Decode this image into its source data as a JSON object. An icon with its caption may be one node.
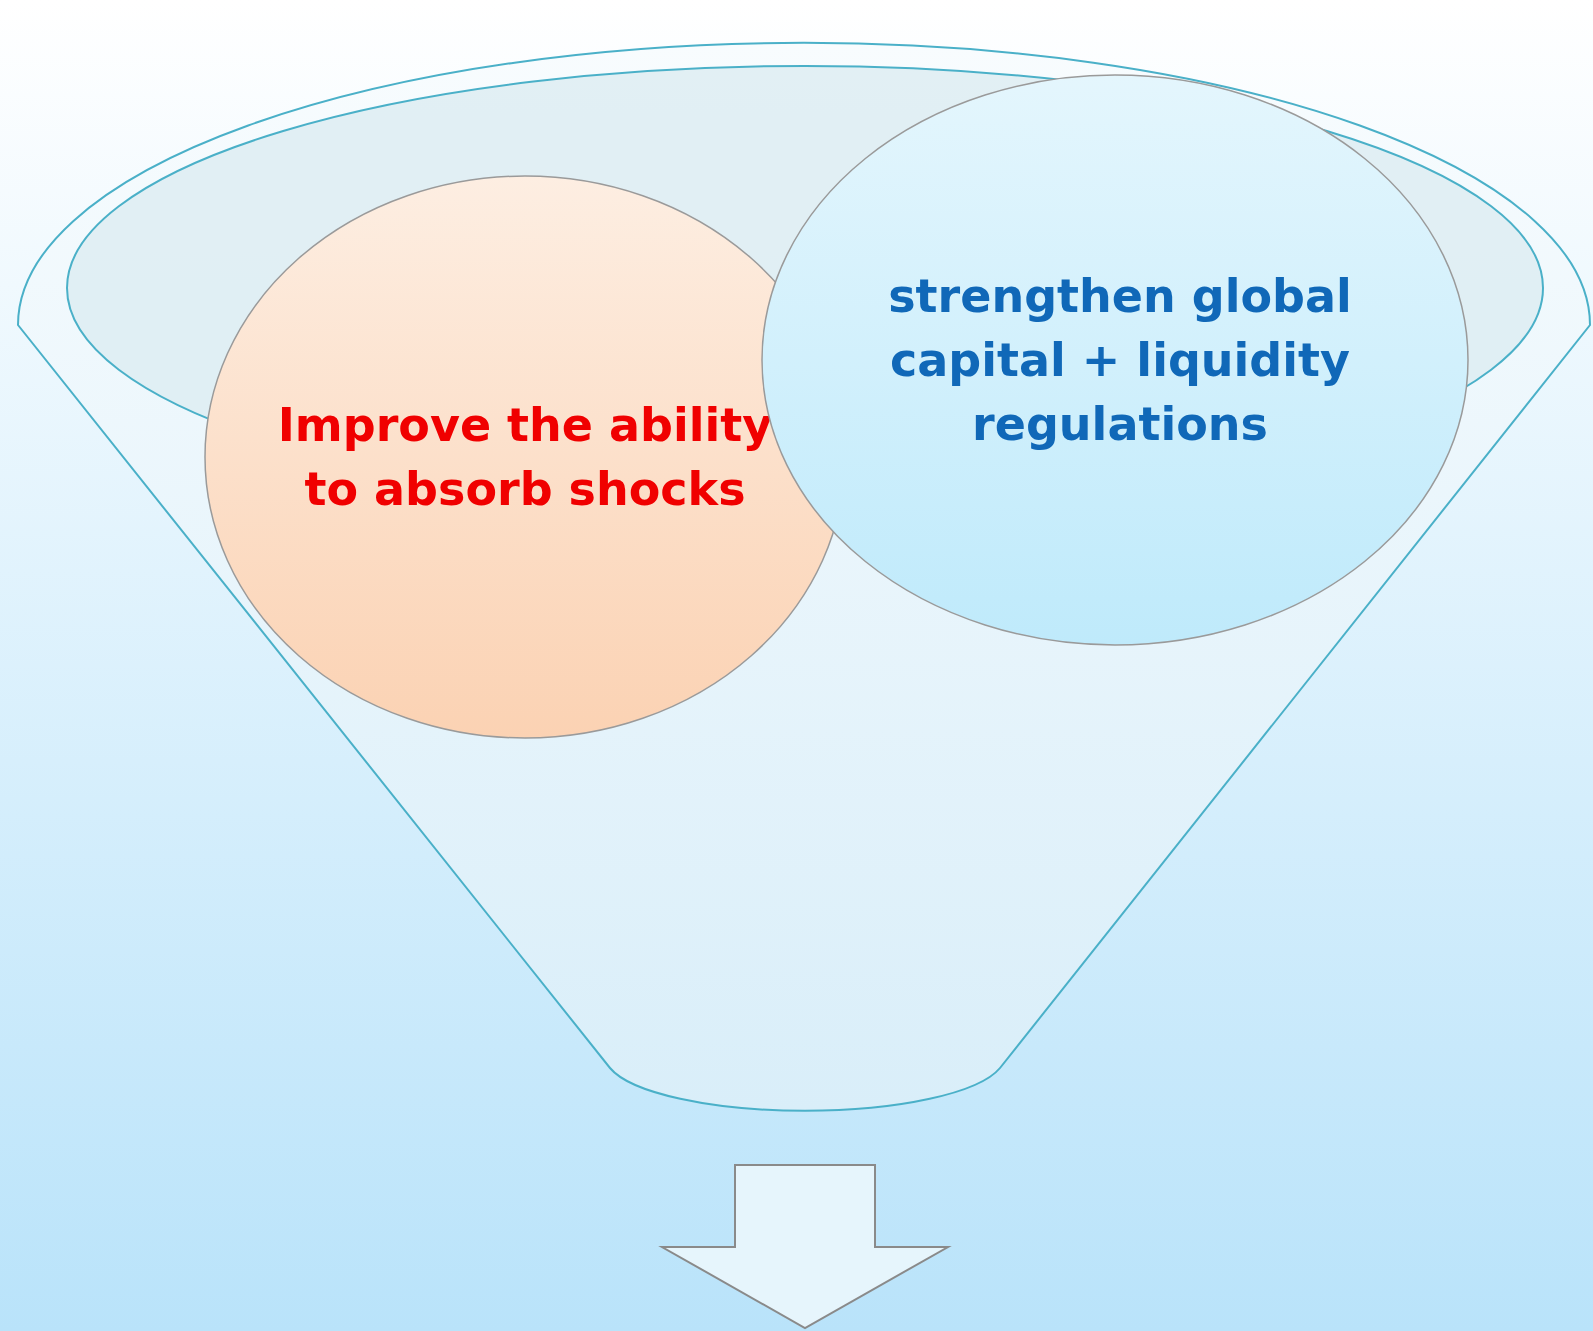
{
  "diagram": {
    "nodes": [
      {
        "text": [],
        "shape": "funnel"
      },
      {
        "text": [
          "Improve the ability to absorb shocks"
        ],
        "in": 0
      },
      {
        "text": [
          "strengthen global capital + liquidity regulations"
        ],
        "in": 0
      }
    ]
  }
}
